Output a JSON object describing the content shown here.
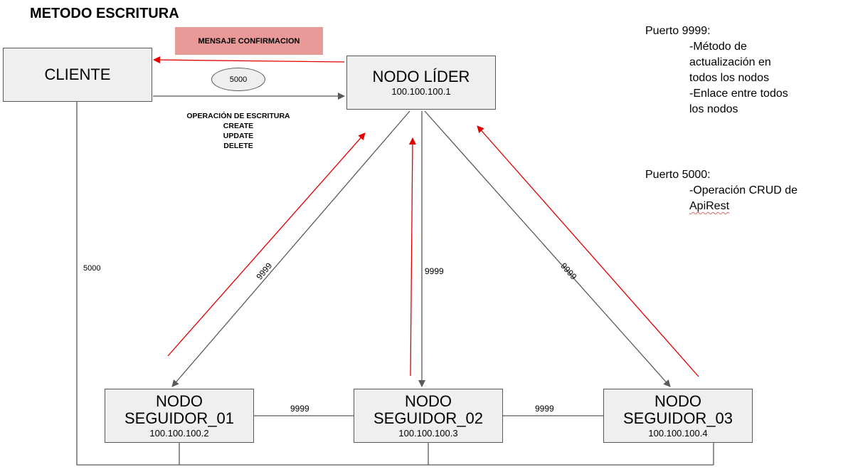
{
  "title": "METODO ESCRITURA",
  "confirmation_message": "MENSAJE CONFIRMACION",
  "client_port_label": "5000",
  "write_operation": {
    "heading": "OPERACIÓN DE ESCRITURA",
    "operations": [
      "CREATE",
      "UPDATE",
      "DELETE"
    ]
  },
  "nodes": {
    "client": {
      "name": "CLIENTE"
    },
    "leader": {
      "name": "NODO LÍDER",
      "ip": "100.100.100.1"
    },
    "follower_01": {
      "name_line1": "NODO",
      "name_line2": "SEGUIDOR_01",
      "ip": "100.100.100.2"
    },
    "follower_02": {
      "name_line1": "NODO",
      "name_line2": "SEGUIDOR_02",
      "ip": "100.100.100.3"
    },
    "follower_03": {
      "name_line1": "NODO",
      "name_line2": "SEGUIDOR_03",
      "ip": "100.100.100.4"
    }
  },
  "edge_labels": {
    "leader_follower_01": "9999",
    "leader_follower_02": "9999",
    "leader_follower_03": "9999",
    "follower_01_follower_02": "9999",
    "follower_02_follower_03": "9999",
    "client_bus": "5000"
  },
  "legend": {
    "port_9999": {
      "heading": "Puerto 9999:",
      "lines": [
        "-Método de",
        "actualización en",
        "todos los nodos",
        "-Enlace entre todos",
        "los nodos"
      ]
    },
    "port_5000": {
      "heading": "Puerto 5000:",
      "line1": "-Operación CRUD de",
      "line2": "ApiRest"
    }
  },
  "colors": {
    "line": "#595959",
    "arrow_red": "#e00000",
    "node_fill": "#efefef",
    "message_fill": "#ea9999"
  }
}
